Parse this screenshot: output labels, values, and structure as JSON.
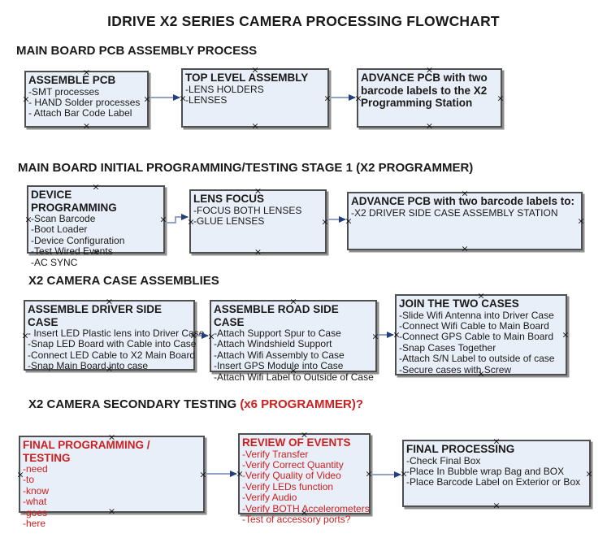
{
  "title": "IDRIVE X2  SERIES CAMERA PROCESSING FLOWCHART",
  "decorations": {
    "handle_glyph": "×"
  },
  "colors": {
    "background": "#ffffff",
    "box_fill": "#e9eff8",
    "box_border": "#4f4f4f",
    "box_shadow": "#8f8f8f",
    "arrow_line": "#93a3c6",
    "arrow_head": "#23407c",
    "accent_red": "#cc2020",
    "text": "#1a1a1a"
  },
  "sections": [
    {
      "heading": "MAIN BOARD PCB ASSEMBLY PROCESS",
      "heading_suffix": "",
      "boxes": [
        {
          "title": "ASSEMBLE PCB",
          "items": [
            "-SMT processes",
            "- HAND Solder processes",
            "- Attach Bar Code Label"
          ]
        },
        {
          "title": "TOP LEVEL ASSEMBLY",
          "items": [
            "-LENS HOLDERS",
            "-LENSES"
          ]
        },
        {
          "title": "ADVANCE PCB with two barcode labels to the  X2 Programming Station",
          "items": []
        }
      ]
    },
    {
      "heading": "MAIN BOARD INITIAL PROGRAMMING/TESTING STAGE 1 (X2 PROGRAMMER)",
      "heading_suffix": "",
      "boxes": [
        {
          "title": "DEVICE PROGRAMMING",
          "items": [
            "-Scan Barcode",
            "-Boot Loader",
            "-Device Configuration",
            "-Test Wired Events",
            "-AC SYNC"
          ]
        },
        {
          "title": "LENS FOCUS",
          "items": [
            "-FOCUS BOTH LENSES",
            "-GLUE LENSES"
          ]
        },
        {
          "title": "ADVANCE PCB with two barcode labels to:",
          "items": [
            "-X2 DRIVER  SIDE  CASE  ASSEMBLY STATION"
          ]
        }
      ]
    },
    {
      "heading": "X2 CAMERA CASE ASSEMBLIES",
      "heading_suffix": "",
      "boxes": [
        {
          "title": "ASSEMBLE DRIVER SIDE CASE",
          "items": [
            "- Insert LED Plastic lens into Driver Case",
            "-Snap LED Board with Cable into Case",
            "-Connect LED Cable to X2 Main Board",
            "-Snap Main Board into case"
          ]
        },
        {
          "title": "ASSEMBLE ROAD SIDE CASE",
          "items": [
            "-Attach Support Spur to Case",
            "-Attach Windshield Support",
            "-Attach Wifi Assembly to Case",
            "-Insert GPS Module into Case",
            "-Attach Wifi Label to Outside of Case"
          ]
        },
        {
          "title": "JOIN THE TWO CASES",
          "items": [
            "-Slide Wifi Antenna into Driver Case",
            "-Connect Wifi Cable to Main Board",
            "-Connect GPS Cable to Main Board",
            "-Snap Cases Together",
            "-Attach S/N Label to outside of case",
            "-Secure cases with Screw"
          ]
        }
      ]
    },
    {
      "heading": "X2 CAMERA SECONDARY TESTING  ",
      "heading_suffix": "(x6 PROGRAMMER)?",
      "boxes": [
        {
          "title": "FINAL PROGRAMMING / TESTING",
          "items": [
            "-need",
            "-to",
            "-know",
            "-what",
            "-goes",
            "-here"
          ]
        },
        {
          "title": "REVIEW OF EVENTS",
          "items": [
            "-Verify Transfer",
            "-Verify Correct Quantity",
            "-Verify Quality of Video",
            "-Verify LEDs function",
            "-Verify Audio",
            "-Verify BOTH Accelerometers",
            "-Test of accessory ports?"
          ]
        },
        {
          "title": "FINAL PROCESSING",
          "items": [
            "-Check Final Box",
            "-Place In Bubble wrap Bag and BOX",
            "-Place Barcode Label on Exterior or Box"
          ]
        }
      ]
    }
  ]
}
